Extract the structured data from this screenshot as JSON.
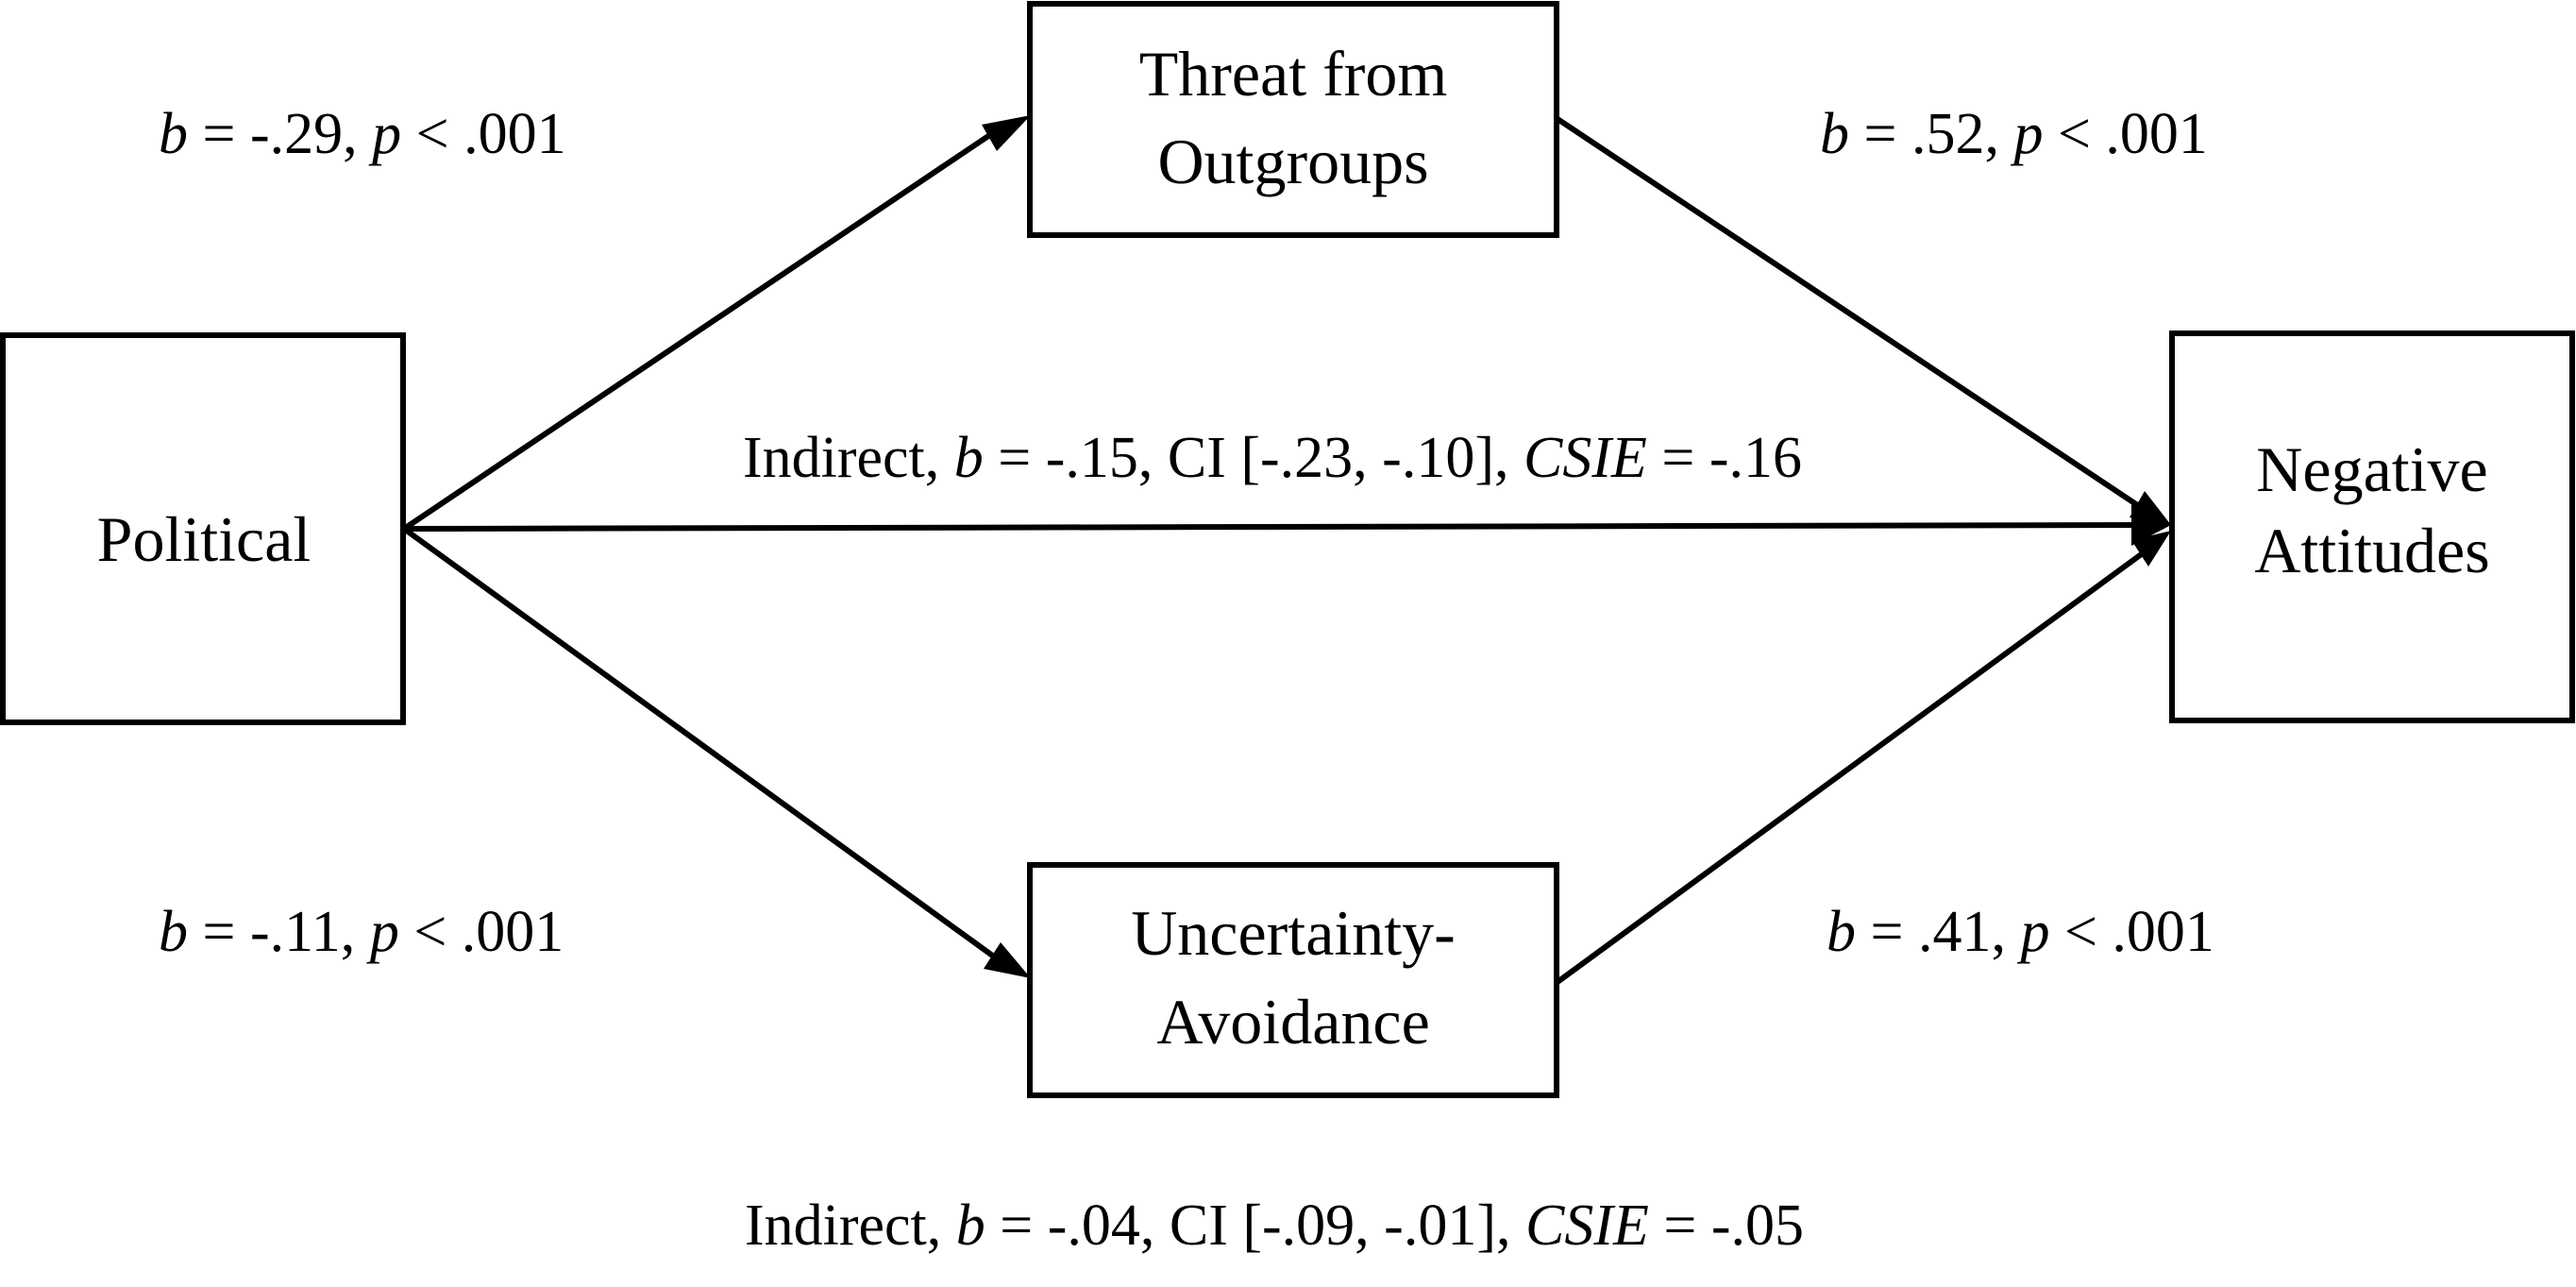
{
  "nodes": {
    "political": {
      "lines": [
        "Political"
      ]
    },
    "threat": {
      "lines": [
        "Threat from",
        "Outgroups"
      ]
    },
    "uncertainty": {
      "lines": [
        "Uncertainty-",
        "Avoidance"
      ]
    },
    "negative": {
      "lines": [
        "Negative",
        "Attitudes"
      ]
    }
  },
  "paths": {
    "political_to_threat": {
      "b_symbol": "b",
      "b_value": " = -.29, ",
      "p_symbol": "p",
      "p_value": " < .001"
    },
    "threat_to_negative": {
      "b_symbol": "b",
      "b_value": " = .52, ",
      "p_symbol": "p",
      "p_value": " < .001"
    },
    "political_to_uncertainty": {
      "b_symbol": "b",
      "b_value": " = -.11, ",
      "p_symbol": "p",
      "p_value": " < .001"
    },
    "uncertainty_to_negative": {
      "b_symbol": "b",
      "b_value": " = .41, ",
      "p_symbol": "p",
      "p_value": " < .001"
    }
  },
  "indirect_effects": {
    "via_threat": {
      "prefix": "Indirect, ",
      "b_symbol": "b",
      "b_value": " = -.15, CI [-.23, -.10], ",
      "csie_symbol": "CSIE",
      "csie_value": " = -.16"
    },
    "via_uncertainty": {
      "prefix": "Indirect, ",
      "b_symbol": "b",
      "b_value": " = -.04, CI [-.09, -.01], ",
      "csie_symbol": "CSIE",
      "csie_value": " = -.05"
    }
  },
  "colors": {
    "line": "#000000",
    "text": "#000000",
    "background": "#ffffff"
  }
}
